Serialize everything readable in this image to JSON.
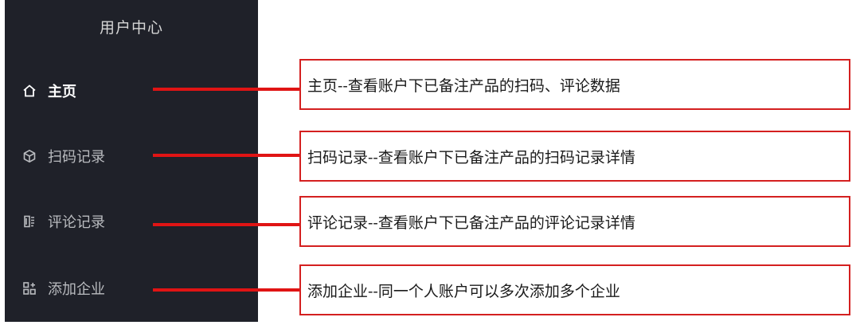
{
  "sidebar": {
    "title": "用户中心",
    "items": [
      {
        "label": "主页",
        "icon": "home-icon",
        "active": true
      },
      {
        "label": "扫码记录",
        "icon": "cube-icon",
        "active": false
      },
      {
        "label": "评论记录",
        "icon": "book-icon",
        "active": false
      },
      {
        "label": "添加企业",
        "icon": "grid-icon",
        "active": false
      }
    ]
  },
  "annotations": [
    "主页--查看账户下已备注产品的扫码、评论数据",
    "扫码记录--查看账户下已备注产品的扫码记录详情",
    "评论记录--查看账户下已备注产品的评论记录详情",
    "添加企业--同一个人账户可以多次添加多个企业"
  ],
  "colors": {
    "sidebar_bg": "#1f2129",
    "accent_red": "#e01414"
  }
}
